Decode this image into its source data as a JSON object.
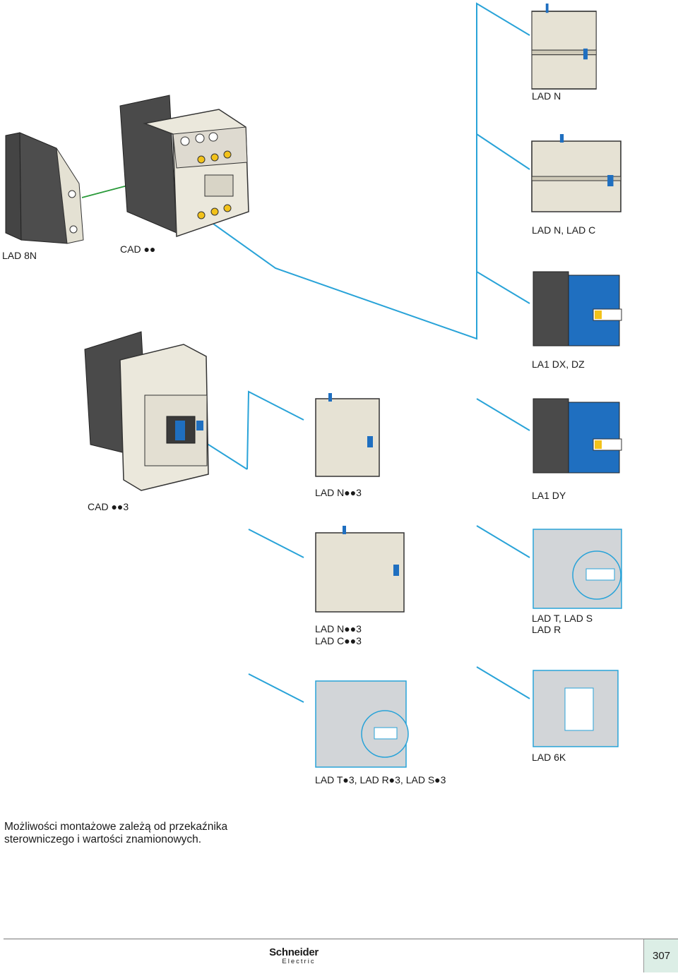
{
  "labels": {
    "lad8n": "LAD 8N",
    "cad": "CAD ●●",
    "cad3": "CAD ●●3",
    "ladn": "LAD N",
    "ladnc": "LAD N, LAD C",
    "la1dxdz": "LA1 DX, DZ",
    "la1dy": "LA1 DY",
    "ladn3": "LAD N●●3",
    "ladn3b": "LAD N●●3",
    "ladc3": "LAD C●●3",
    "ladts": "LAD T, LAD S",
    "ladr": "LAD R",
    "lad6k": "LAD 6K",
    "ladt3": "LAD T●3, LAD R●3, LAD S●3"
  },
  "note": {
    "line1": "Możliwości montażowe zależą od przekaźnika",
    "line2": "sterowniczego i wartości znamionowych."
  },
  "footer": {
    "brand": "Schneider",
    "brand_sub": "Electric",
    "page_number": "307"
  },
  "colors": {
    "connector_blue": "#29a3d8",
    "connector_green": "#2a9a3a",
    "module_beige": "#e6e2d4",
    "housing_dark": "#4a4a4a",
    "accent_blue": "#1f6fc0",
    "timer_grey": "#d2d5d8"
  }
}
